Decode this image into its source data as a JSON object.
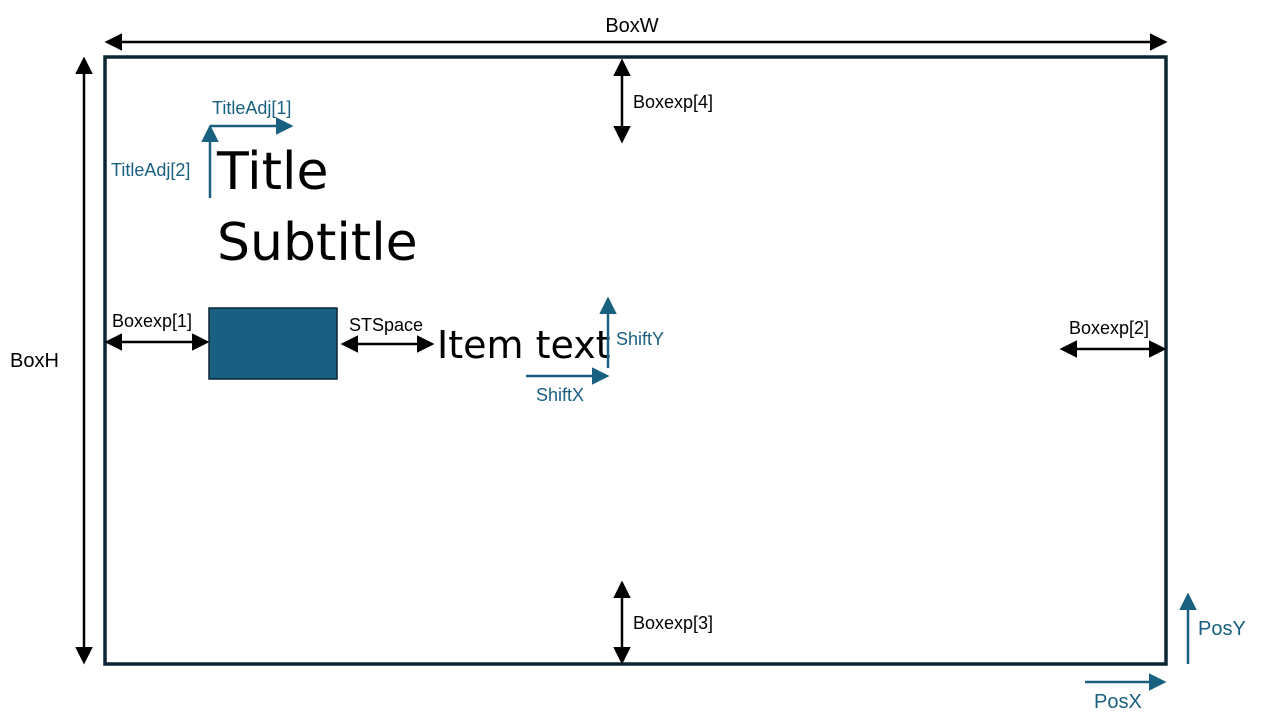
{
  "colors": {
    "dark": "#0c2533",
    "black": "#000000",
    "accent": "#1a6080",
    "swatch": "#195f82",
    "background": "#ffffff"
  },
  "labels": {
    "box_w": "BoxW",
    "box_h": "BoxH",
    "boxexp_1": "Boxexp[1]",
    "boxexp_2": "Boxexp[2]",
    "boxexp_3": "Boxexp[3]",
    "boxexp_4": "Boxexp[4]",
    "title_adj_1": "TitleAdj[1]",
    "title_adj_2": "TitleAdj[2]",
    "st_space": "STSpace",
    "shift_x": "ShiftX",
    "shift_y": "ShiftY",
    "pos_x": "PosX",
    "pos_y": "PosY"
  },
  "content": {
    "title": "Title",
    "subtitle": "Subtitle",
    "item_text": "Item text"
  }
}
